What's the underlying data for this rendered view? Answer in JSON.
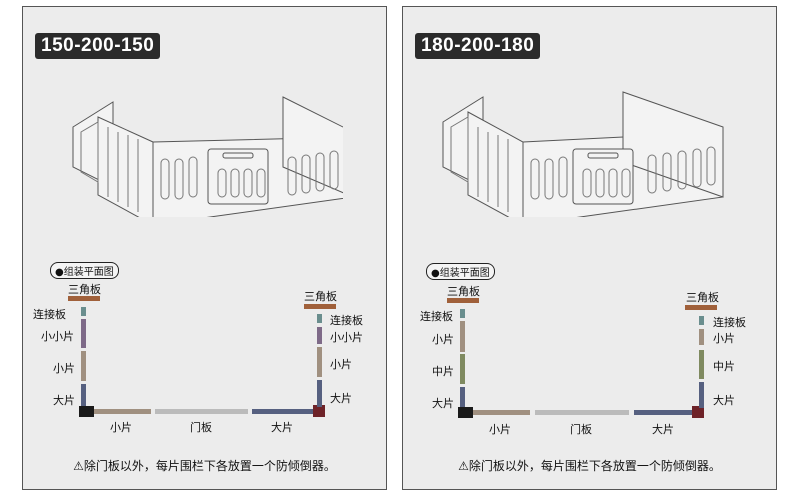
{
  "panels": [
    {
      "title": "150-200-150",
      "plan_label": "●组装平面图",
      "left_labels": {
        "triangle": "三角板",
        "connector": "连接板",
        "top_piece": "小小片",
        "mid_piece": "小片",
        "bottom_piece": "大片"
      },
      "right_labels": {
        "triangle": "三角板",
        "connector": "连接板",
        "top_piece": "小小片",
        "mid_piece": "小片",
        "bottom_piece": "大片"
      },
      "bottom_labels": {
        "left": "小片",
        "door": "门板",
        "right": "大片"
      },
      "note": "除门板以外，每片围栏下各放置一个防倾倒器。"
    },
    {
      "title": "180-200-180",
      "plan_label": "●组装平面图",
      "left_labels": {
        "triangle": "三角板",
        "connector": "连接板",
        "top_piece": "小片",
        "mid_piece": "中片",
        "bottom_piece": "大片"
      },
      "right_labels": {
        "triangle": "三角板",
        "connector": "连接板",
        "top_piece": "小片",
        "mid_piece": "中片",
        "bottom_piece": "大片"
      },
      "bottom_labels": {
        "left": "小片",
        "door": "门板",
        "right": "大片"
      },
      "note": "除门板以外，每片围栏下各放置一个防倾倒器。"
    }
  ],
  "colors": {
    "triangle": "#a0603a",
    "connector": "#6a8e8e",
    "small_small": "#7e6a88",
    "small": "#a09080",
    "medium": "#7f8a60",
    "large": "#566080",
    "door": "#bbbbbb",
    "corner_left": "#1a1a1a",
    "corner_right": "#6e2228"
  },
  "icons": {
    "warning": "warning-triangle-icon"
  }
}
